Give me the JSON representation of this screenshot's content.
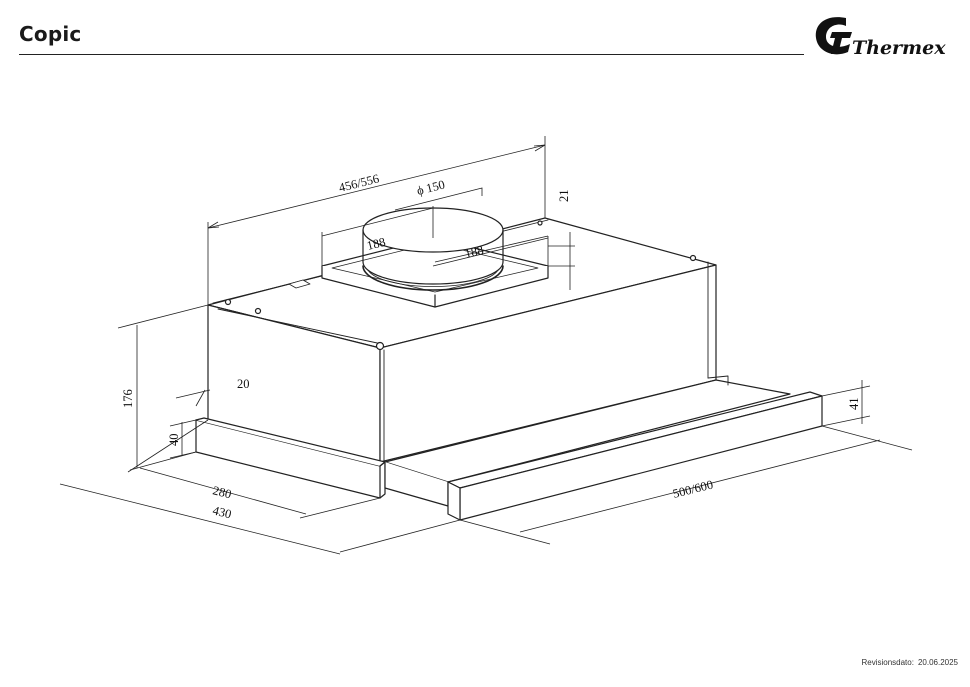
{
  "header": {
    "title": "Copic",
    "logo_text": "Thermex"
  },
  "dimensions": {
    "width_top": "456/556",
    "duct_diameter": "ϕ 150",
    "flange_depth": "188",
    "flange_width": "188",
    "collar_height": "21",
    "wall_offset": "20",
    "height": "176",
    "front_panel_height": "40",
    "slider_front_height": "41",
    "depth_closed": "280",
    "depth_total": "430",
    "slider_width": "500/600"
  },
  "footer": {
    "revision_label": "Revisionsdato:",
    "revision_date": "20.06.2025"
  },
  "colors": {
    "line": "#222222",
    "text": "#111111"
  }
}
